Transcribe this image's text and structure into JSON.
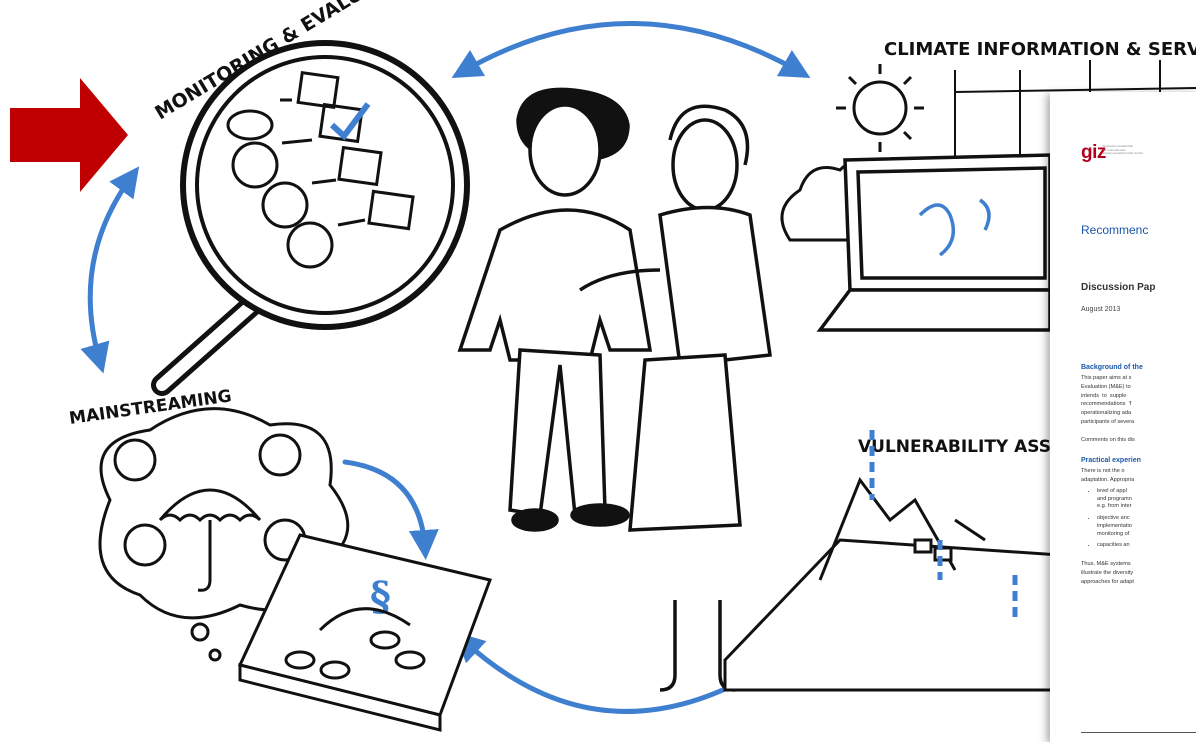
{
  "labels": {
    "monitoring": "MONITORING & EVALUATION",
    "climate": "CLIMATE INFORMATION & SERVICES",
    "mainstreaming": "MAINSTREAMING",
    "vulnerability": "VULNERABILITY ASSES"
  },
  "colors": {
    "arrow_blue": "#3f7fcf",
    "pointer_red": "#c00000",
    "doc_heading": "#1a56a8",
    "logo": "#b0001e"
  },
  "document": {
    "logo_text": "giz",
    "logo_sub": "Deutsche Gesellschaft\nfür Internationale\nZusammenarbeit (GIZ) GmbH",
    "title": "Recommenc",
    "subtitle": "Discussion Pap",
    "date": "August 2013",
    "background_heading": "Background of the",
    "background_text": "This paper aims at s\nEvaluation (M&E) to\nintends  to  supple\nrecommendations  'f\noperationalizing ada\nparticipants of severa",
    "comments": "Comments on this dis",
    "practical_heading": "Practical experien",
    "practical_intro": "There is not the o\nadaptation. Appropria",
    "bullets": [
      "level of appl\nand programn\ne.g. from inter",
      "objective anc\nimplementatio\nmonitoring of",
      "capacities an"
    ],
    "closing": "Thus, M&E systems\nillustrate the diversity\napproaches for adapt"
  }
}
